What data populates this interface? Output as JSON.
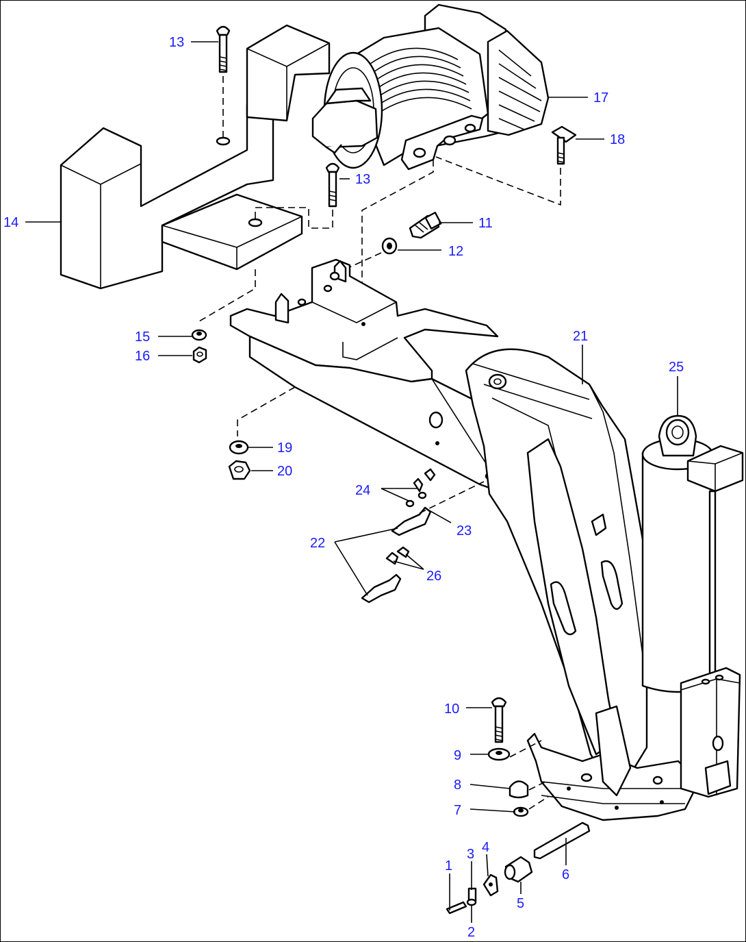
{
  "colors": {
    "label": "#1a1aff",
    "line": "#000000",
    "background": "#ffffff"
  },
  "callouts": [
    {
      "id": "c13a",
      "text": "13"
    },
    {
      "id": "c13b",
      "text": "13"
    },
    {
      "id": "c14",
      "text": "14"
    },
    {
      "id": "c17",
      "text": "17"
    },
    {
      "id": "c18",
      "text": "18"
    },
    {
      "id": "c11",
      "text": "11"
    },
    {
      "id": "c12",
      "text": "12"
    },
    {
      "id": "c15",
      "text": "15"
    },
    {
      "id": "c16",
      "text": "16"
    },
    {
      "id": "c21",
      "text": "21"
    },
    {
      "id": "c25",
      "text": "25"
    },
    {
      "id": "c19",
      "text": "19"
    },
    {
      "id": "c20",
      "text": "20"
    },
    {
      "id": "c24",
      "text": "24"
    },
    {
      "id": "c23",
      "text": "23"
    },
    {
      "id": "c22",
      "text": "22"
    },
    {
      "id": "c26",
      "text": "26"
    },
    {
      "id": "c10",
      "text": "10"
    },
    {
      "id": "c9",
      "text": "9"
    },
    {
      "id": "c8",
      "text": "8"
    },
    {
      "id": "c7",
      "text": "7"
    },
    {
      "id": "c1",
      "text": "1"
    },
    {
      "id": "c3",
      "text": "3"
    },
    {
      "id": "c4",
      "text": "4"
    },
    {
      "id": "c6",
      "text": "6"
    },
    {
      "id": "c5",
      "text": "5"
    },
    {
      "id": "c2",
      "text": "2"
    }
  ]
}
